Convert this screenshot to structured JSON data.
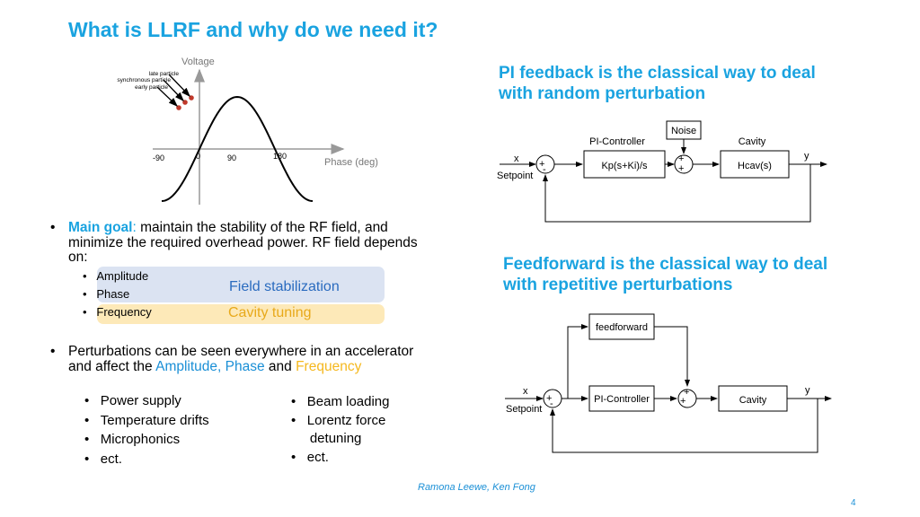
{
  "title": "What is LLRF and why do we need it?",
  "plot": {
    "voltage_label": "Voltage",
    "phase_label": "Phase (deg)",
    "ticks": [
      "-90",
      "0",
      "90",
      "180"
    ],
    "particles": [
      "late particle",
      "synchronous particle",
      "early particle"
    ]
  },
  "main_goal": {
    "label": "Main goal",
    "sep": ":",
    "text": " maintain the stability of the RF field, and minimize the required overhead power. RF field depends on:",
    "items": [
      "Amplitude",
      "Phase",
      "Frequency"
    ],
    "field_stab": "Field stabilization",
    "cavity_tuning": "Cavity tuning"
  },
  "perturbations": {
    "text1": "Perturbations  can be seen everywhere in an accelerator and affect the ",
    "amp_phase": "Amplitude, Phase",
    "and": " and ",
    "freq": "Frequency",
    "left_items": [
      "Power supply",
      "Temperature drifts",
      "Microphonics",
      "ect."
    ],
    "right_items": [
      "Beam loading",
      "Lorentz force",
      "detuning",
      "ect."
    ]
  },
  "pi_heading": "PI feedback is the classical way to deal with random perturbation",
  "ff_heading": "Feedforward is the classical way to deal with repetitive perturbations",
  "diagram1": {
    "x": "x",
    "setpoint": "Setpoint",
    "noise": "Noise",
    "pi_controller": "PI-Controller",
    "cavity": "Cavity",
    "kp": "Kp(s+Ki)/s",
    "hcav": "Hcav(s)",
    "y": "y",
    "plus": "+",
    "minus": "-"
  },
  "diagram2": {
    "feedforward": "feedforward",
    "x": "x",
    "setpoint": "Setpoint",
    "pi_controller": "PI-Controller",
    "cavity": "Cavity",
    "y": "y",
    "plus": "+",
    "minus": "-"
  },
  "footer": {
    "authors": "Ramona Leewe, Ken Fong",
    "page": "4"
  },
  "colors": {
    "accent": "#1aa3e0",
    "yellow": "#f5b81e",
    "highlight_blue": "#dbe3f2",
    "highlight_yellow": "#fde9b8"
  }
}
